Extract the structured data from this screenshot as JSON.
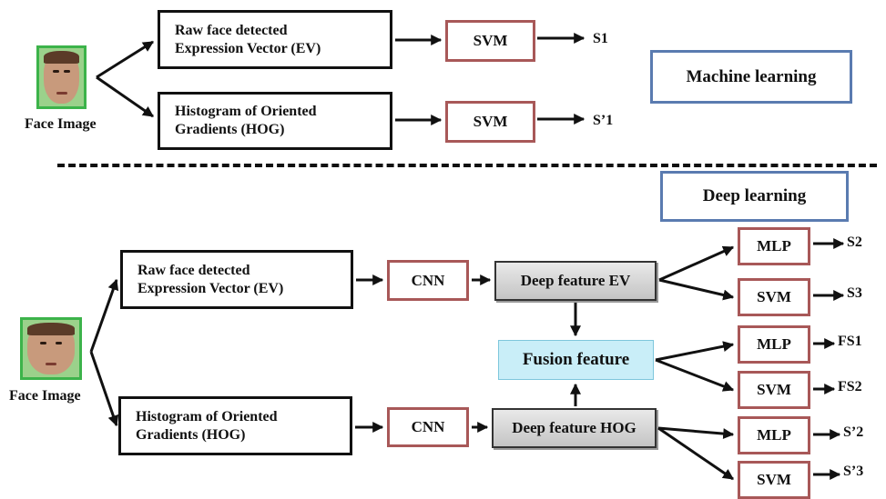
{
  "ml": {
    "face_label": "Face Image",
    "box_ev": [
      "Raw face detected",
      "Expression Vector (EV)"
    ],
    "box_hog": [
      "Histogram of Oriented",
      "Gradients (HOG)"
    ],
    "svm1": "SVM",
    "svm2": "SVM",
    "out1": "S1",
    "out2": "S’1",
    "title": "Machine learning"
  },
  "dl": {
    "title": "Deep learning",
    "face_label": "Face Image",
    "box_ev": [
      "Raw face detected",
      "Expression Vector (EV)"
    ],
    "box_hog": [
      "Histogram of Oriented",
      "Gradients (HOG)"
    ],
    "cnn1": "CNN",
    "cnn2": "CNN",
    "deep_ev": "Deep feature EV",
    "deep_hog": "Deep feature HOG",
    "fusion": "Fusion feature",
    "classifiers": [
      "MLP",
      "SVM",
      "MLP",
      "SVM",
      "MLP",
      "SVM"
    ],
    "outputs": [
      "S2",
      "S3",
      "FS1",
      "FS2",
      "S’2",
      "S’3"
    ]
  }
}
